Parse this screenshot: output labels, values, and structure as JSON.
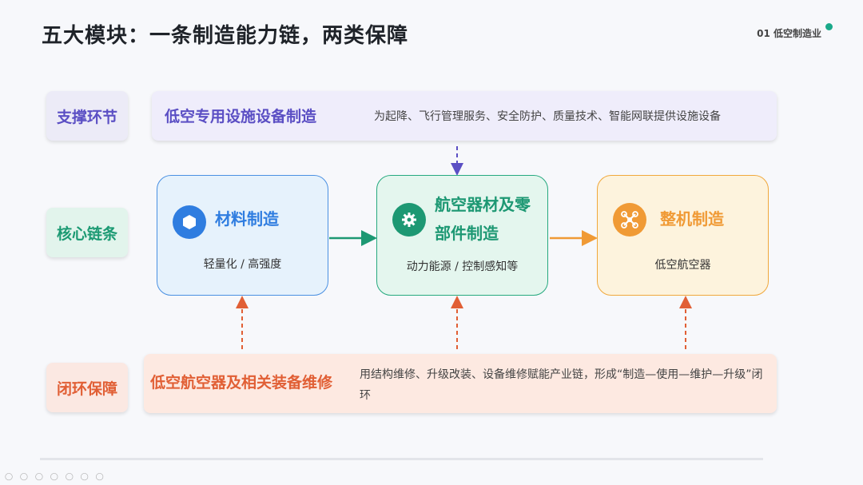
{
  "header": {
    "title": "五大模块：一条制造能力链，两类保障",
    "section": "01 低空制造业",
    "accent_color": "#1aa98a"
  },
  "rows": {
    "support_label": "支撑环节",
    "core_label": "核心链条",
    "loop_label": "闭环保障"
  },
  "support": {
    "title": "低空专用设施设备制造",
    "desc": "为起降、飞行管理服务、安全防护、质量技术、智能网联提供设施设备"
  },
  "chain": [
    {
      "title": "材料制造",
      "desc": "轻量化 / 高强度",
      "icon": "hexagon-icon",
      "color": "#2f7de0"
    },
    {
      "title": "航空器材及零部件制造",
      "desc": "动力能源 / 控制感知等",
      "icon": "gear-icon",
      "color": "#1d9873"
    },
    {
      "title": "整机制造",
      "desc": "低空航空器",
      "icon": "drone-icon",
      "color": "#f09a35"
    }
  ],
  "loop": {
    "title": "低空航空器及相关装备维修",
    "desc": "用结构维修、升级改装、设备维修赋能产业链，形成“制造—使用—维护—升级”闭环"
  }
}
